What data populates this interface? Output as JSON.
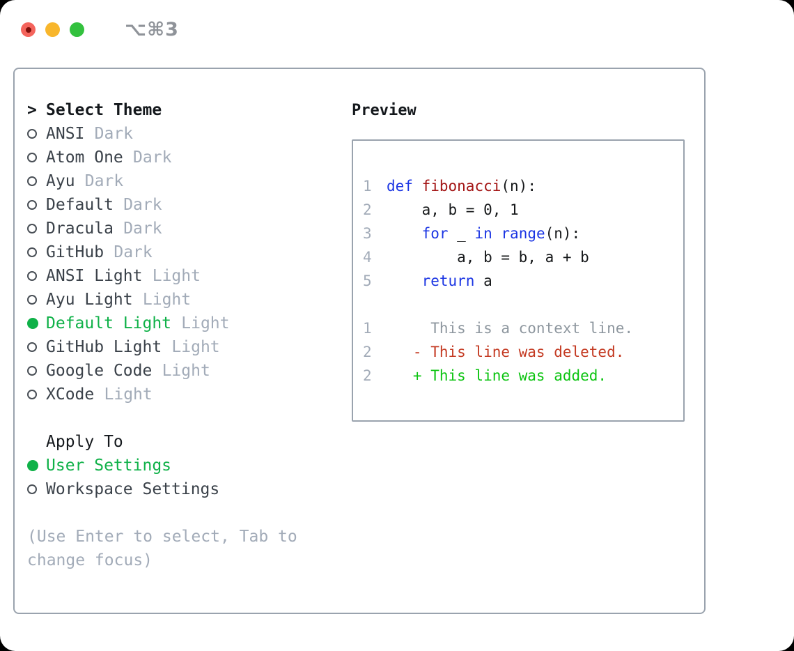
{
  "colors": {
    "border": "#9aa3ae",
    "text_dark": "#14181c",
    "text_item": "#3a4149",
    "muted": "#a2abb8",
    "context_gray": "#8d969e",
    "green_select": "#0fb148",
    "green_added": "#0cc411",
    "red_deleted": "#c43a22",
    "red_function": "#a31515",
    "blue_keyword": "#1b35e3",
    "code_black": "#16181a",
    "titlebar_gray": "#8f9399",
    "dot_red": "#f4645c",
    "dot_red_inner": "#7e0f0a",
    "dot_yellow": "#f8b62c",
    "dot_green": "#33c13e"
  },
  "titlebar": {
    "shortcut": "⌥⌘3"
  },
  "theme_panel": {
    "title_prefix": ">",
    "title": "Select Theme",
    "items": [
      {
        "name": "ANSI",
        "tag": "Dark",
        "selected": false
      },
      {
        "name": "Atom One",
        "tag": "Dark",
        "selected": false
      },
      {
        "name": "Ayu",
        "tag": "Dark",
        "selected": false
      },
      {
        "name": "Default",
        "tag": "Dark",
        "selected": false
      },
      {
        "name": "Dracula",
        "tag": "Dark",
        "selected": false
      },
      {
        "name": "GitHub",
        "tag": "Dark",
        "selected": false
      },
      {
        "name": "ANSI Light",
        "tag": "Light",
        "selected": false
      },
      {
        "name": "Ayu Light",
        "tag": "Light",
        "selected": false
      },
      {
        "name": "Default Light",
        "tag": "Light",
        "selected": true
      },
      {
        "name": "GitHub Light",
        "tag": "Light",
        "selected": false
      },
      {
        "name": "Google Code",
        "tag": "Light",
        "selected": false
      },
      {
        "name": "XCode",
        "tag": "Light",
        "selected": false
      }
    ],
    "apply_to": {
      "title": "Apply To",
      "options": [
        {
          "name": "User Settings",
          "selected": true
        },
        {
          "name": "Workspace Settings",
          "selected": false
        }
      ]
    },
    "help": "(Use Enter to select, Tab to change focus)"
  },
  "preview": {
    "title": "Preview",
    "code_lines": [
      {
        "num": "1",
        "tokens": [
          {
            "c": "kw",
            "t": "def"
          },
          {
            "c": "plain",
            "t": " "
          },
          {
            "c": "fn",
            "t": "fibonacci"
          },
          {
            "c": "plain",
            "t": "(n):"
          }
        ]
      },
      {
        "num": "2",
        "tokens": [
          {
            "c": "plain",
            "t": "    a, b = 0, 1"
          }
        ]
      },
      {
        "num": "3",
        "tokens": [
          {
            "c": "plain",
            "t": "    "
          },
          {
            "c": "kw",
            "t": "for"
          },
          {
            "c": "plain",
            "t": " _ "
          },
          {
            "c": "kw",
            "t": "in"
          },
          {
            "c": "plain",
            "t": " "
          },
          {
            "c": "kw",
            "t": "range"
          },
          {
            "c": "plain",
            "t": "(n):"
          }
        ]
      },
      {
        "num": "4",
        "tokens": [
          {
            "c": "plain",
            "t": "        a, b = b, a + b"
          }
        ]
      },
      {
        "num": "5",
        "tokens": [
          {
            "c": "plain",
            "t": "    "
          },
          {
            "c": "kw",
            "t": "return"
          },
          {
            "c": "plain",
            "t": " a"
          }
        ]
      }
    ],
    "diff_lines": [
      {
        "num": "1",
        "marker": "",
        "type": "context",
        "text": "This is a context line."
      },
      {
        "num": "2",
        "marker": "-",
        "type": "deleted",
        "text": "This line was deleted."
      },
      {
        "num": "2",
        "marker": "+",
        "type": "added",
        "text": "This line was added."
      }
    ]
  }
}
